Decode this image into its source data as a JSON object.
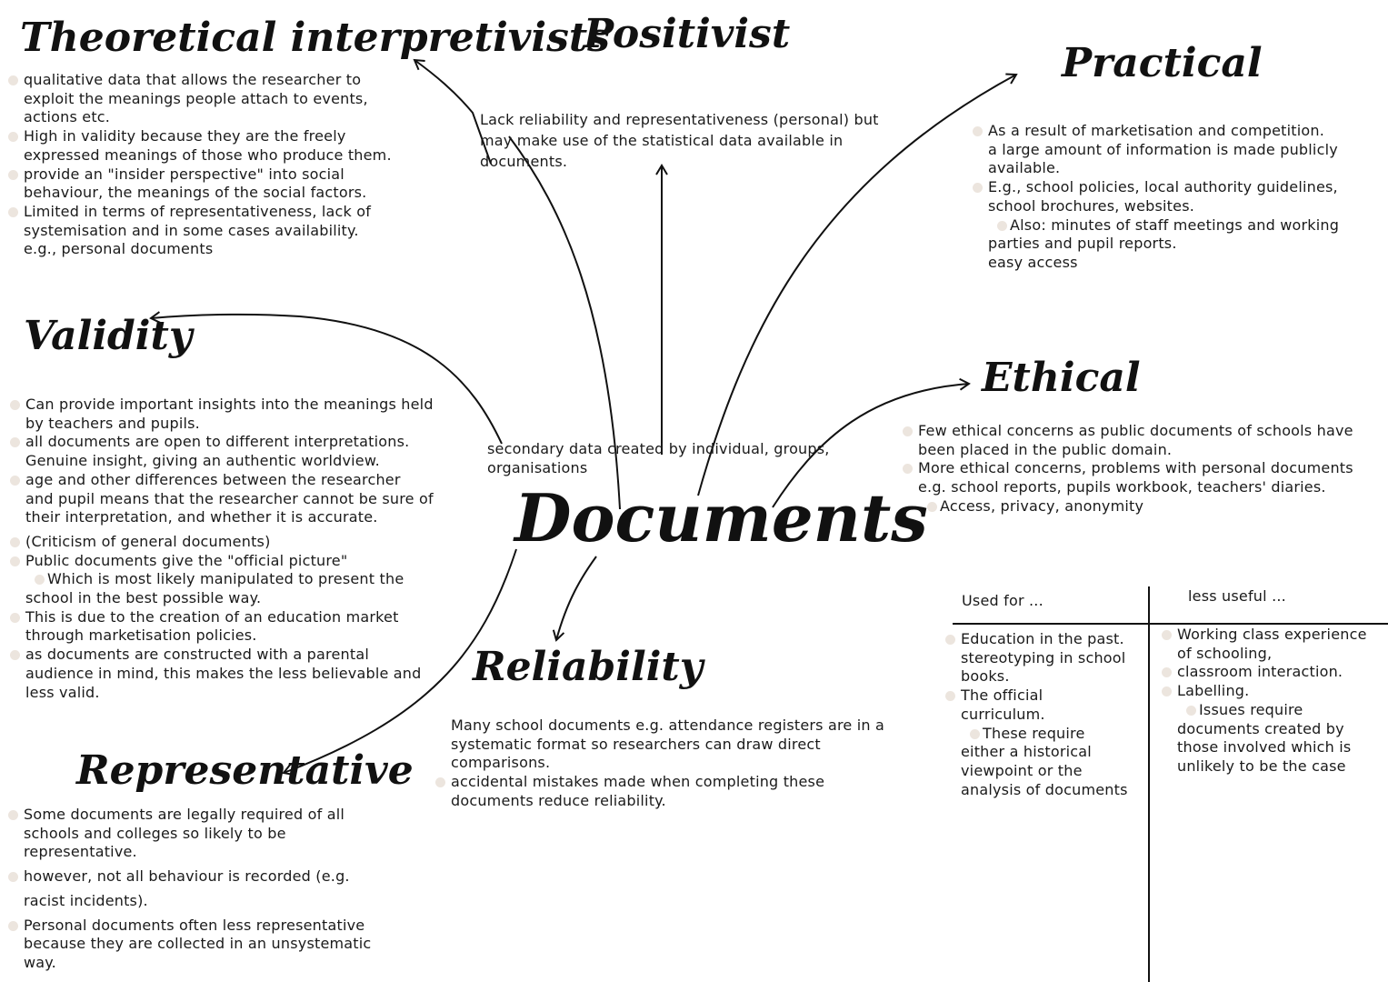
{
  "central": {
    "title": "Documents",
    "definition": [
      "secondary data created by individual, groups,",
      "organisations"
    ]
  },
  "theoretical": {
    "title": "Theoretical interpretivists",
    "lines": [
      {
        "t": "qualitative data that allows the researcher to",
        "b": 1
      },
      {
        "t": "exploit the meanings people attach to events,",
        "b": 0
      },
      {
        "t": "actions etc.",
        "b": 0
      },
      {
        "t": "High in validity because they are the freely",
        "b": 1
      },
      {
        "t": "expressed meanings of those who produce them.",
        "b": 0
      },
      {
        "t": "provide an \"insider perspective\" into social",
        "b": 1
      },
      {
        "t": "behaviour, the meanings of the social factors.",
        "b": 0
      },
      {
        "t": "Limited in terms of representativeness, lack of",
        "b": 1
      },
      {
        "t": "systemisation and in some cases availability.",
        "b": 0
      },
      {
        "t": "e.g., personal documents",
        "b": 0
      }
    ]
  },
  "positivist": {
    "title": "Positivist",
    "lines": [
      "Lack reliability and representativeness (personal) but",
      "may make use of the statistical data available in",
      "documents."
    ]
  },
  "practical": {
    "title": "Practical",
    "lines": [
      {
        "t": "As a result of marketisation and competition.",
        "b": 1
      },
      {
        "t": "a large amount of information is made publicly",
        "b": 0
      },
      {
        "t": "available.",
        "b": 0
      },
      {
        "t": "E.g., school policies, local authority guidelines,",
        "b": 1
      },
      {
        "t": "school brochures, websites.",
        "b": 0
      },
      {
        "t": "Also: minutes of staff meetings and working",
        "b": 2
      },
      {
        "t": "parties and pupil reports.",
        "b": 0
      },
      {
        "t": "easy access",
        "b": 0
      }
    ]
  },
  "validity": {
    "title": "Validity",
    "lines": [
      {
        "t": "Can provide important insights into the meanings held",
        "b": 1
      },
      {
        "t": "by teachers and pupils.",
        "b": 0
      },
      {
        "t": "all documents are open to different interpretations.",
        "b": 1
      },
      {
        "t": "Genuine insight, giving an authentic worldview.",
        "b": 0
      },
      {
        "t": "age and other differences between the researcher",
        "b": 1
      },
      {
        "t": "and pupil means that the researcher cannot be sure of",
        "b": 0
      },
      {
        "t": "their interpretation, and whether it is accurate.",
        "b": 0
      },
      {
        "t": "(Criticism of general documents)",
        "b": 1,
        "gap": 1
      },
      {
        "t": "Public documents give the \"official picture\"",
        "b": 1
      },
      {
        "t": "Which is most likely manipulated to present the",
        "b": 2
      },
      {
        "t": "school in the best possible way.",
        "b": 0
      },
      {
        "t": "This is due to the creation of an education market",
        "b": 1
      },
      {
        "t": "through marketisation policies.",
        "b": 0
      },
      {
        "t": "as documents are constructed with a parental",
        "b": 1
      },
      {
        "t": "audience in mind, this makes the less believable and",
        "b": 0
      },
      {
        "t": "less valid.",
        "b": 0
      }
    ]
  },
  "ethical": {
    "title": "Ethical",
    "lines": [
      {
        "t": "Few ethical concerns as public documents of schools have",
        "b": 1
      },
      {
        "t": "been placed in the public domain.",
        "b": 0
      },
      {
        "t": "More ethical concerns, problems with personal documents",
        "b": 1
      },
      {
        "t": "e.g. school reports, pupils workbook, teachers' diaries.",
        "b": 0
      },
      {
        "t": "Access, privacy, anonymity",
        "b": 2
      }
    ]
  },
  "reliability": {
    "title": "Reliability",
    "lines": [
      {
        "t": "Many school documents e.g. attendance registers are in a",
        "b": 0
      },
      {
        "t": "systematic format so researchers can draw direct",
        "b": 0
      },
      {
        "t": "comparisons.",
        "b": 0
      },
      {
        "t": "accidental mistakes made when completing these",
        "b": 1
      },
      {
        "t": "documents reduce reliability.",
        "b": 0
      }
    ]
  },
  "representative": {
    "title": "Representative",
    "lines": [
      {
        "t": "Some documents are legally required of all",
        "b": 1
      },
      {
        "t": "schools and colleges so likely to be",
        "b": 0
      },
      {
        "t": "representative.",
        "b": 0
      },
      {
        "t": "however, not all behaviour is recorded (e.g.",
        "b": 1,
        "gap": 1
      },
      {
        "t": "racist incidents).",
        "b": 0,
        "gap": 1
      },
      {
        "t": "Personal documents often less representative",
        "b": 1,
        "gap": 1
      },
      {
        "t": "because they are collected in an unsystematic",
        "b": 0
      },
      {
        "t": "way.",
        "b": 0
      }
    ]
  },
  "table": {
    "headers": [
      "Used for ...",
      "less useful ..."
    ],
    "left": [
      {
        "t": "Education in the past.",
        "b": 1
      },
      {
        "t": "stereotyping in school",
        "b": 0
      },
      {
        "t": "books.",
        "b": 0
      },
      {
        "t": "The official",
        "b": 1
      },
      {
        "t": "curriculum.",
        "b": 0
      },
      {
        "t": "These require",
        "b": 2
      },
      {
        "t": "either a historical",
        "b": 0
      },
      {
        "t": "viewpoint or the",
        "b": 0
      },
      {
        "t": "analysis of documents",
        "b": 0
      }
    ],
    "right": [
      {
        "t": "Working class experience",
        "b": 1
      },
      {
        "t": "of schooling,",
        "b": 0
      },
      {
        "t": "classroom interaction.",
        "b": 1
      },
      {
        "t": "Labelling.",
        "b": 1
      },
      {
        "t": "Issues require",
        "b": 2
      },
      {
        "t": "documents created by",
        "b": 0
      },
      {
        "t": "those involved which is",
        "b": 0
      },
      {
        "t": "unlikely to be the case",
        "b": 0
      }
    ]
  },
  "colors": {
    "bullet": "#ece5de",
    "ink": "#111111"
  }
}
